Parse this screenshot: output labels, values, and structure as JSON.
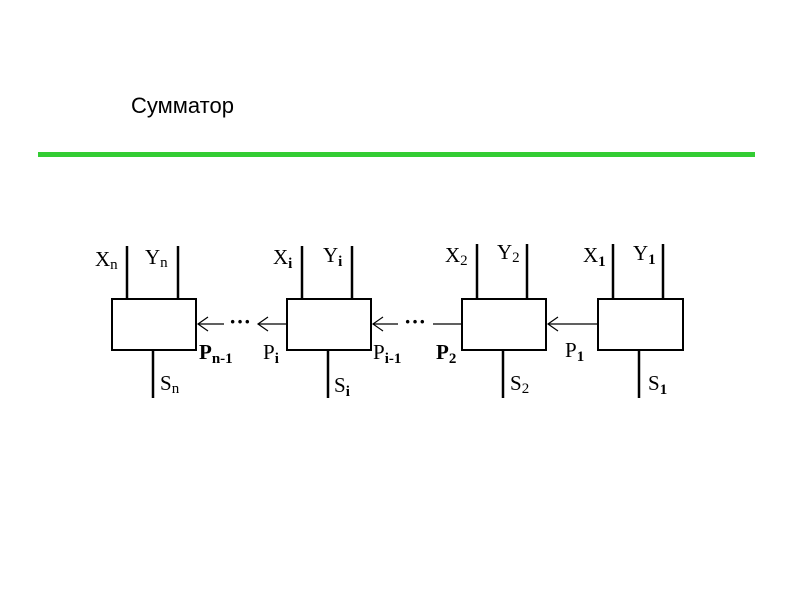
{
  "slide": {
    "title": "Сумматор",
    "rule_color": "#33cc33"
  },
  "diagram": {
    "cells": [
      {
        "x_label": {
          "base": "X",
          "sub": "n"
        },
        "y_label": {
          "base": "Y",
          "sub": "n"
        },
        "s_label": {
          "base": "S",
          "sub": "n"
        },
        "carry_out": {
          "base": "P",
          "sub": "n-1"
        }
      },
      {
        "x_label": {
          "base": "X",
          "sub": "i"
        },
        "y_label": {
          "base": "Y",
          "sub": "i"
        },
        "s_label": {
          "base": "S",
          "sub": "i"
        },
        "carry_out_left": {
          "base": "P",
          "sub": "i"
        },
        "carry_in_right": {
          "base": "P",
          "sub": "i-1"
        }
      },
      {
        "x_label": {
          "base": "X",
          "sub": "2"
        },
        "y_label": {
          "base": "Y",
          "sub": "2"
        },
        "s_label": {
          "base": "S",
          "sub": "2"
        },
        "carry_out": {
          "base": "P",
          "sub": "2"
        }
      },
      {
        "x_label": {
          "base": "X",
          "sub": "1"
        },
        "y_label": {
          "base": "Y",
          "sub": "1"
        },
        "s_label": {
          "base": "S",
          "sub": "1"
        },
        "carry_out": {
          "base": "P",
          "sub": "1"
        }
      }
    ],
    "ellipsis": "···"
  }
}
